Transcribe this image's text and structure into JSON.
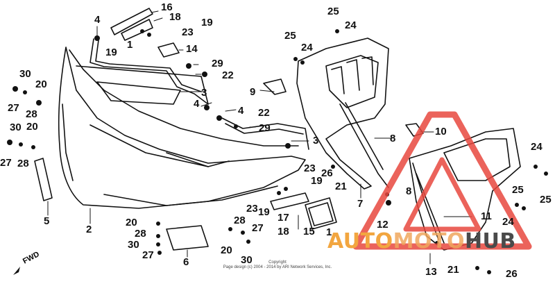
{
  "diagram": {
    "callouts": {
      "c16": "16",
      "c18": "18",
      "c19a": "19",
      "c23a": "23",
      "c19b": "19",
      "c1a": "1",
      "c14": "14",
      "c4a": "4",
      "c29a": "29",
      "c22a": "22",
      "c3a": "3",
      "c9": "9",
      "c4b": "4",
      "c22b": "22",
      "c29b": "29",
      "c3b": "3",
      "c4c": "4",
      "c25a": "25",
      "c24a": "24",
      "c25b": "25",
      "c24b": "24",
      "c8a": "8",
      "c10": "10",
      "c30a": "30",
      "c20a": "20",
      "c27a": "27",
      "c28a": "28",
      "c30b": "30",
      "c20b": "20",
      "c27b": "27",
      "c28b": "28",
      "c5": "5",
      "c2": "2",
      "c20c": "20",
      "c28c": "28",
      "c30c": "30",
      "c27c": "27",
      "c6": "6",
      "c28d": "28",
      "c27d": "27",
      "c20d": "20",
      "c30d": "30",
      "c23b": "23",
      "c19c": "19",
      "c19d": "19",
      "c23c": "23",
      "c17": "17",
      "c18b": "18",
      "c15": "15",
      "c1b": "1",
      "c26a": "26",
      "c21a": "21",
      "c7": "7",
      "c12": "12",
      "c8b": "8",
      "c11": "11",
      "c24c": "24",
      "c25c": "25",
      "c24d": "24",
      "c25d": "25",
      "c13": "13",
      "c21b": "21",
      "c26b": "26"
    },
    "copyright_line1": "Copyright",
    "copyright_line2": "Page design (c) 2004 - 2014 by ARI Network Services, Inc.",
    "fwd_label": "FWD",
    "watermark": {
      "part1": "AUTO",
      "part2": "MOTO",
      "part3": "HUB"
    }
  },
  "colors": {
    "line": "#111111",
    "watermark_red": "#e8483e",
    "watermark_orange": "#f2a640",
    "watermark_gray": "#4a4a4a"
  }
}
